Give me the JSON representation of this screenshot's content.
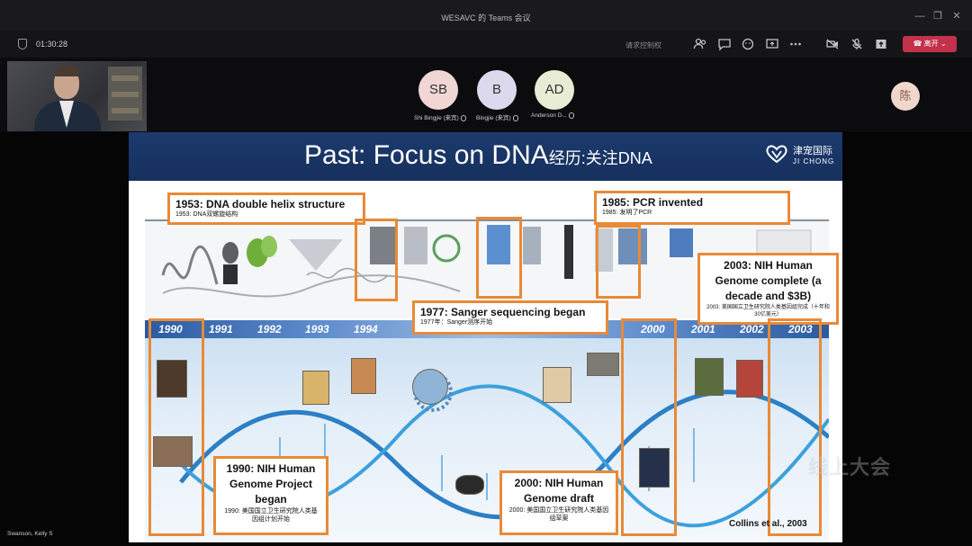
{
  "window": {
    "title": "WESAVC 的 Teams 会议",
    "minimize": "—",
    "maximize": "❐",
    "close": "✕"
  },
  "toolbar": {
    "timer": "01:30:28",
    "hint": "请求控制权",
    "leave_label": "离开"
  },
  "participants": [
    {
      "initials": "SB",
      "name": "Shi Bingjie (来宾)",
      "color": "#f2d6d6"
    },
    {
      "initials": "B",
      "name": "Bingjie (来宾)",
      "color": "#dcd9ee"
    },
    {
      "initials": "AD",
      "name": "Anderson D...",
      "color": "#e9ecd4"
    }
  ],
  "side_avatar": {
    "initials": "陈",
    "color": "#f0d7cc"
  },
  "self_name": "Swanson, Kelly S",
  "slide": {
    "title": "Past: Focus on DNA",
    "title_cn": "经历:关注DNA",
    "logo_cn": "津宠国际",
    "logo_en": "JI CHONG",
    "years": [
      "1990",
      "1991",
      "1992",
      "1993",
      "1994",
      "2000",
      "2001",
      "2002",
      "2003"
    ],
    "callouts": {
      "c1953": {
        "h": "1953: DNA double helix structure",
        "s": "1953: DNA双螺旋结构"
      },
      "c1985": {
        "h": "1985: PCR invented",
        "s": "1985: 发明了PCR"
      },
      "c2003": {
        "h": "2003: NIH Human Genome complete (a decade and $3B)",
        "s": "2003: 美国国立卫生研究院人类基因组完成（十年和30亿美元）"
      },
      "c1977": {
        "h": "1977: Sanger sequencing began",
        "s": "1977年：Sanger测序开始"
      },
      "c1990": {
        "h": "1990: NIH Human Genome Project began",
        "s": "1990: 美国国立卫生研究院人类基因组计划开始"
      },
      "c2000": {
        "h": "2000: NIH Human Genome draft",
        "s": "2000: 美国国立卫生研究院人类基因组草案"
      }
    },
    "credit": "Collins et al., 2003"
  },
  "watermark": "线上大会",
  "colors": {
    "accent": "#e88a37",
    "header": "#1c3a6e",
    "leave": "#c4314b"
  }
}
